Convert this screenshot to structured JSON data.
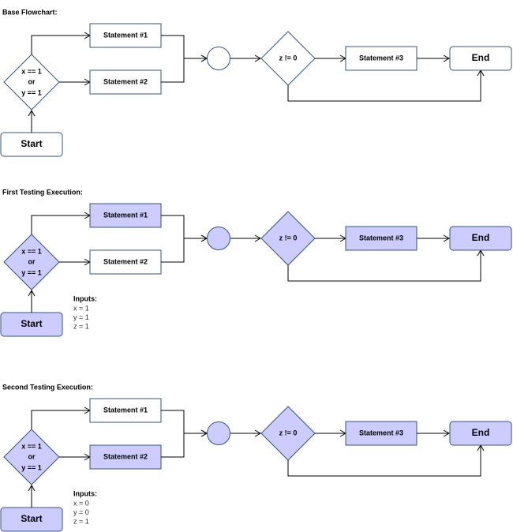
{
  "colors": {
    "highlight": "#ccccff",
    "stroke": "#36537a",
    "plain": "#ffffff",
    "edge": "#000000"
  },
  "panels": [
    {
      "title": "Base Flowchart:",
      "labels": {
        "start": "Start",
        "cond1": "x == 1",
        "cond2": "or",
        "cond3": "y == 1",
        "stmt1": "Statement #1",
        "stmt2": "Statement #2",
        "cond_z": "z != 0",
        "stmt3": "Statement #3",
        "end": "End"
      },
      "highlighted": {
        "start": false,
        "cond": false,
        "stmt1": false,
        "stmt2": false,
        "junction": false,
        "cond_z": false,
        "stmt3": false,
        "end": false
      },
      "inputs": null
    },
    {
      "title": "First Testing Execution:",
      "labels": {
        "start": "Start",
        "cond1": "x == 1",
        "cond2": "or",
        "cond3": "y == 1",
        "stmt1": "Statement #1",
        "stmt2": "Statement #2",
        "cond_z": "z != 0",
        "stmt3": "Statement #3",
        "end": "End"
      },
      "highlighted": {
        "start": true,
        "cond": true,
        "stmt1": true,
        "stmt2": false,
        "junction": true,
        "cond_z": true,
        "stmt3": true,
        "end": true
      },
      "inputs": {
        "title": "Inputs:",
        "lines": [
          "x = 1",
          "y = 1",
          "z = 1"
        ]
      }
    },
    {
      "title": "Second Testing Execution:",
      "labels": {
        "start": "Start",
        "cond1": "x == 1",
        "cond2": "or",
        "cond3": "y == 1",
        "stmt1": "Statement #1",
        "stmt2": "Statement #2",
        "cond_z": "z != 0",
        "stmt3": "Statement #3",
        "end": "End"
      },
      "highlighted": {
        "start": true,
        "cond": true,
        "stmt1": false,
        "stmt2": true,
        "junction": true,
        "cond_z": true,
        "stmt3": true,
        "end": true
      },
      "inputs": {
        "title": "Inputs:",
        "lines": [
          "x = 0",
          "y = 0",
          "z = 1"
        ]
      }
    }
  ]
}
